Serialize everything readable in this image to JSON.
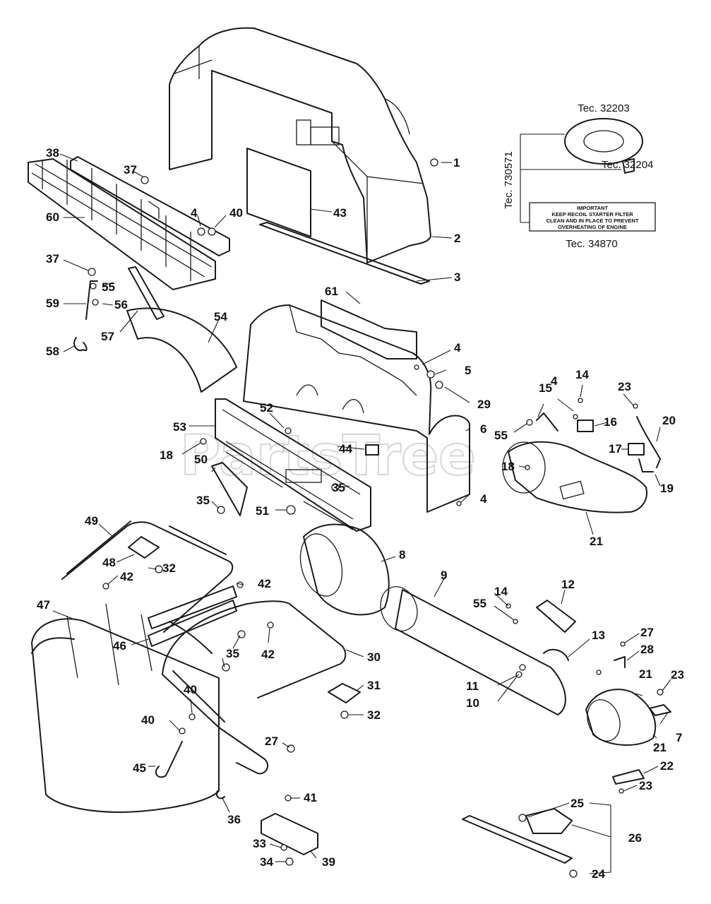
{
  "watermark": "PartsTree",
  "callouts": [
    {
      "label": "1"
    },
    {
      "label": "2"
    },
    {
      "label": "3"
    },
    {
      "label": "4"
    },
    {
      "label": "4"
    },
    {
      "label": "4"
    },
    {
      "label": "4"
    },
    {
      "label": "5"
    },
    {
      "label": "6"
    },
    {
      "label": "7"
    },
    {
      "label": "8"
    },
    {
      "label": "9"
    },
    {
      "label": "10"
    },
    {
      "label": "11"
    },
    {
      "label": "12"
    },
    {
      "label": "13"
    },
    {
      "label": "14"
    },
    {
      "label": "14"
    },
    {
      "label": "15"
    },
    {
      "label": "16"
    },
    {
      "label": "17"
    },
    {
      "label": "18"
    },
    {
      "label": "18"
    },
    {
      "label": "19"
    },
    {
      "label": "20"
    },
    {
      "label": "21"
    },
    {
      "label": "21"
    },
    {
      "label": "21"
    },
    {
      "label": "22"
    },
    {
      "label": "23"
    },
    {
      "label": "23"
    },
    {
      "label": "23"
    },
    {
      "label": "24"
    },
    {
      "label": "25"
    },
    {
      "label": "26"
    },
    {
      "label": "27"
    },
    {
      "label": "27"
    },
    {
      "label": "28"
    },
    {
      "label": "29"
    },
    {
      "label": "30"
    },
    {
      "label": "31"
    },
    {
      "label": "32"
    },
    {
      "label": "32"
    },
    {
      "label": "33"
    },
    {
      "label": "34"
    },
    {
      "label": "35"
    },
    {
      "label": "35"
    },
    {
      "label": "35"
    },
    {
      "label": "36"
    },
    {
      "label": "37"
    },
    {
      "label": "37"
    },
    {
      "label": "38"
    },
    {
      "label": "39"
    },
    {
      "label": "40"
    },
    {
      "label": "40"
    },
    {
      "label": "40"
    },
    {
      "label": "41"
    },
    {
      "label": "42"
    },
    {
      "label": "42"
    },
    {
      "label": "42"
    },
    {
      "label": "43"
    },
    {
      "label": "44"
    },
    {
      "label": "45"
    },
    {
      "label": "46"
    },
    {
      "label": "47"
    },
    {
      "label": "48"
    },
    {
      "label": "49"
    },
    {
      "label": "50"
    },
    {
      "label": "51"
    },
    {
      "label": "52"
    },
    {
      "label": "53"
    },
    {
      "label": "54"
    },
    {
      "label": "55"
    },
    {
      "label": "55"
    },
    {
      "label": "55"
    },
    {
      "label": "56"
    },
    {
      "label": "57"
    },
    {
      "label": "58"
    },
    {
      "label": "59"
    },
    {
      "label": "60"
    },
    {
      "label": "61"
    }
  ],
  "decal_kit": {
    "kit": "Tec. 730571",
    "filter": "Tec. 32203",
    "clip": "Tec. 32204",
    "decal": "Tec. 34870",
    "decal_text": [
      "IMPORTANT",
      "KEEP RECOIL STARTER FILTER",
      "CLEAN AND IN PLACE TO PREVENT",
      "OVERHEATING OF ENGINE"
    ]
  }
}
